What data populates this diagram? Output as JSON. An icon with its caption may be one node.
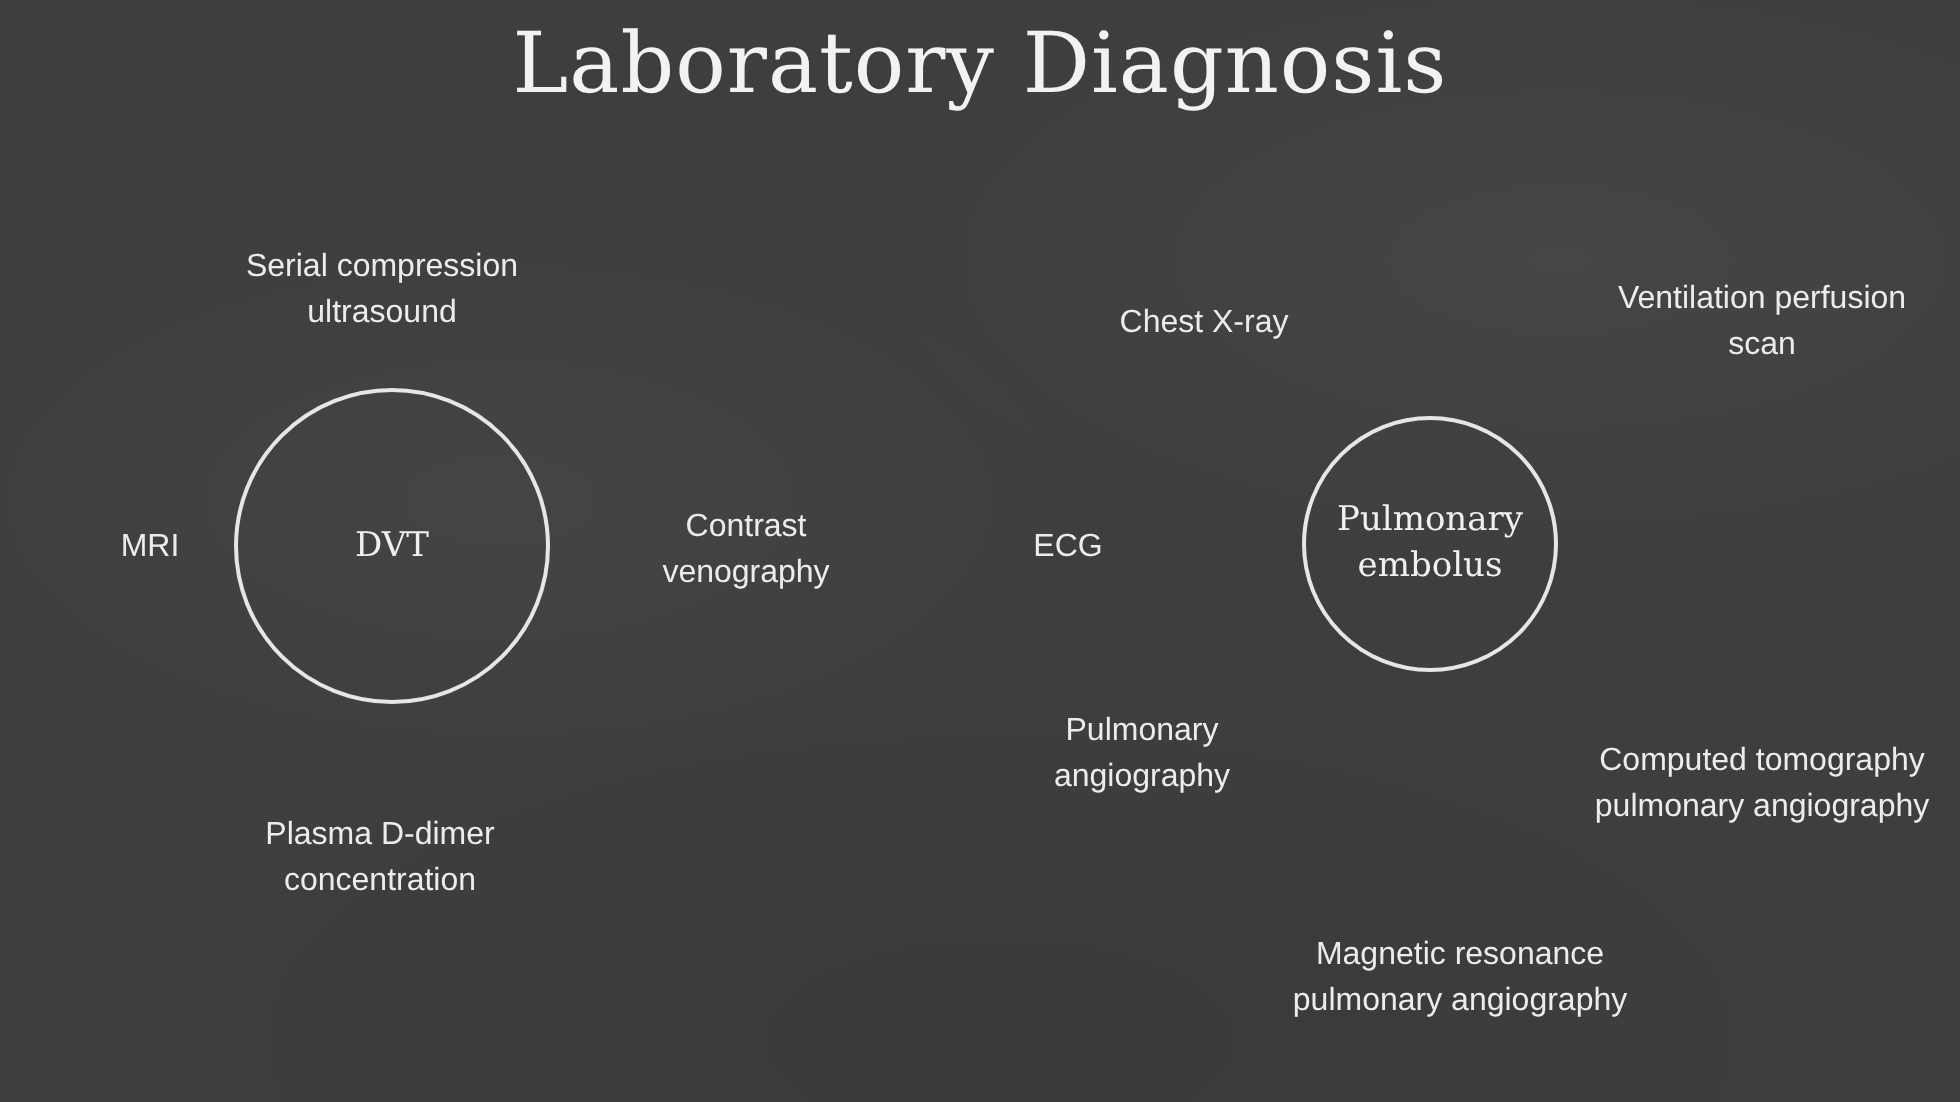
{
  "diagram": {
    "title": "Laboratory Diagnosis",
    "nodes": [
      {
        "text": [
          "DVT"
        ]
      },
      {
        "text": [
          "Pulmonary embolus"
        ]
      }
    ],
    "labels": [
      "Serial compression ultrasound",
      "Chest X-ray",
      "Ventilation perfusion scan",
      "MRI",
      "Contrast venography",
      "ECG",
      "Pulmonary angiography",
      "Computed tomography pulmonary angiography",
      "Plasma D-dimer concentration",
      "Magnetic resonance pulmonary angiography"
    ]
  }
}
